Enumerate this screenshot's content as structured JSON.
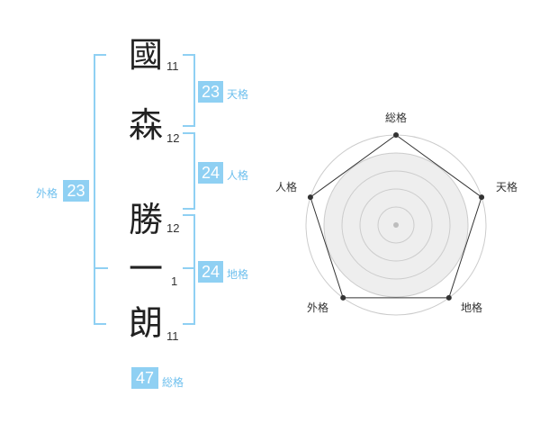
{
  "name_chars": [
    {
      "char": "國",
      "strokes": "11"
    },
    {
      "char": "森",
      "strokes": "12"
    },
    {
      "char": "勝",
      "strokes": "12"
    },
    {
      "char": "一",
      "strokes": "1"
    },
    {
      "char": "朗",
      "strokes": "11"
    }
  ],
  "fortunes": {
    "tenkaku": {
      "value": "23",
      "label": "天格"
    },
    "jinkaku": {
      "value": "24",
      "label": "人格"
    },
    "chikaku": {
      "value": "24",
      "label": "地格"
    },
    "gaikaku": {
      "value": "23",
      "label": "外格"
    },
    "soukaku": {
      "value": "47",
      "label": "総格"
    }
  },
  "colors": {
    "accent": "#8fd0f3",
    "accent_text": "#6fc0ee"
  },
  "chart_data": {
    "type": "radar",
    "axes": [
      "総格",
      "天格",
      "地格",
      "外格",
      "人格"
    ],
    "values": [
      5,
      5,
      5,
      5,
      5
    ],
    "max": 5,
    "rings": 5,
    "grid": true
  }
}
